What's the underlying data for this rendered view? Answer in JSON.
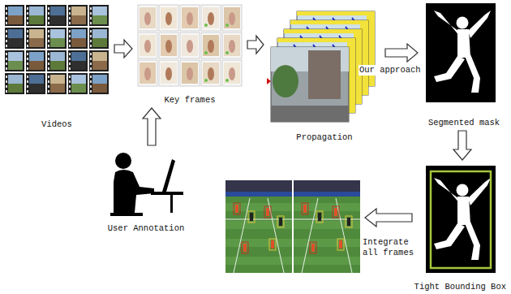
{
  "diagram": {
    "nodes": [
      {
        "text": [
          "Videos"
        ]
      },
      {
        "text": [
          "Key frames"
        ]
      },
      {
        "text": [
          "Propagation"
        ]
      },
      {
        "text": [
          "Segmented mask"
        ]
      },
      {
        "text": [
          "Tight Bounding Box"
        ]
      },
      {
        "text": [
          "User Annotation"
        ]
      }
    ],
    "edges": [
      {
        "from": 0,
        "to": 1,
        "arrow": "to"
      },
      {
        "from": 1,
        "to": 2,
        "arrow": "to"
      },
      {
        "from": 2,
        "to": 3,
        "label": "Our approach",
        "arrow": "to"
      },
      {
        "from": 3,
        "to": 4,
        "arrow": "to"
      },
      {
        "from": 5,
        "to": 1,
        "arrow": "to"
      }
    ],
    "labels": [
      "Integrate all frames"
    ]
  }
}
